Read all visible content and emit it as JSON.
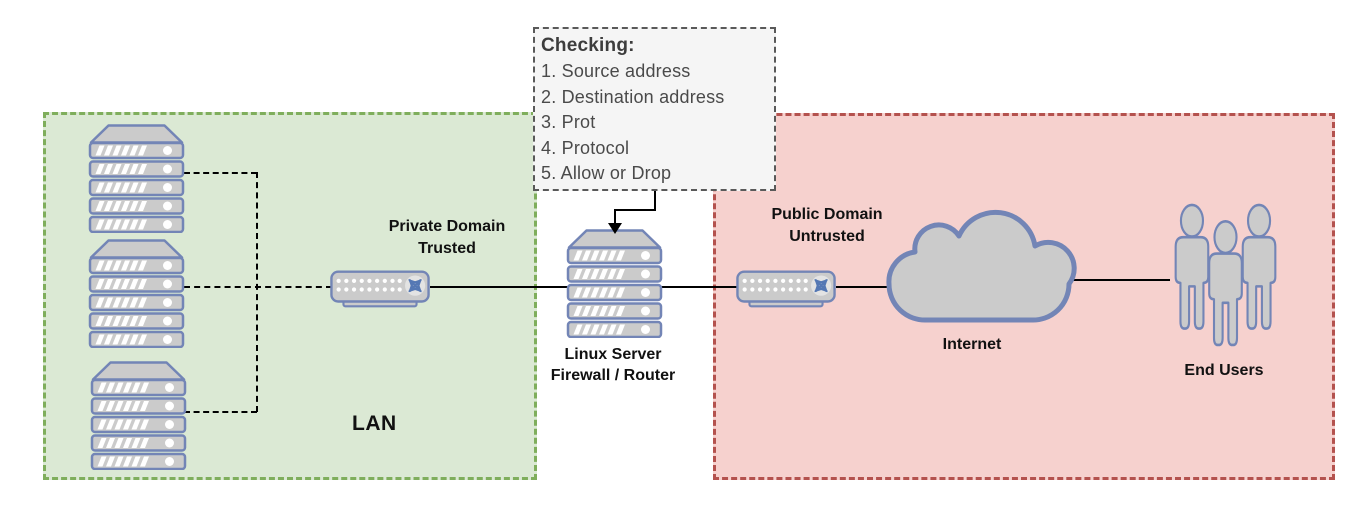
{
  "note": {
    "title": "Checking:",
    "items": [
      "1. Source address",
      "2. Destination address",
      "3. Prot",
      "4. Protocol",
      "5. Allow or Drop"
    ]
  },
  "labels": {
    "private_domain": "Private Domain\nTrusted",
    "public_domain": "Public Domain\nUntrusted",
    "firewall": "Linux Server\nFirewall / Router",
    "lan": "LAN",
    "internet": "Internet",
    "end_users": "End Users"
  },
  "colors": {
    "zone_green_fill": "#dbe9d4",
    "zone_green_border": "#7fae5c",
    "zone_red_fill": "#f6d1ce",
    "zone_red_border": "#b4524e",
    "icon_fill": "#cbcbcb",
    "icon_stroke": "#7385b6",
    "switch_x_blue": "#5578b4",
    "line": "#000000",
    "note_bg": "#f5f5f5",
    "note_border": "#595959",
    "note_text": "#4a4a4a",
    "label_text": "#111111"
  }
}
